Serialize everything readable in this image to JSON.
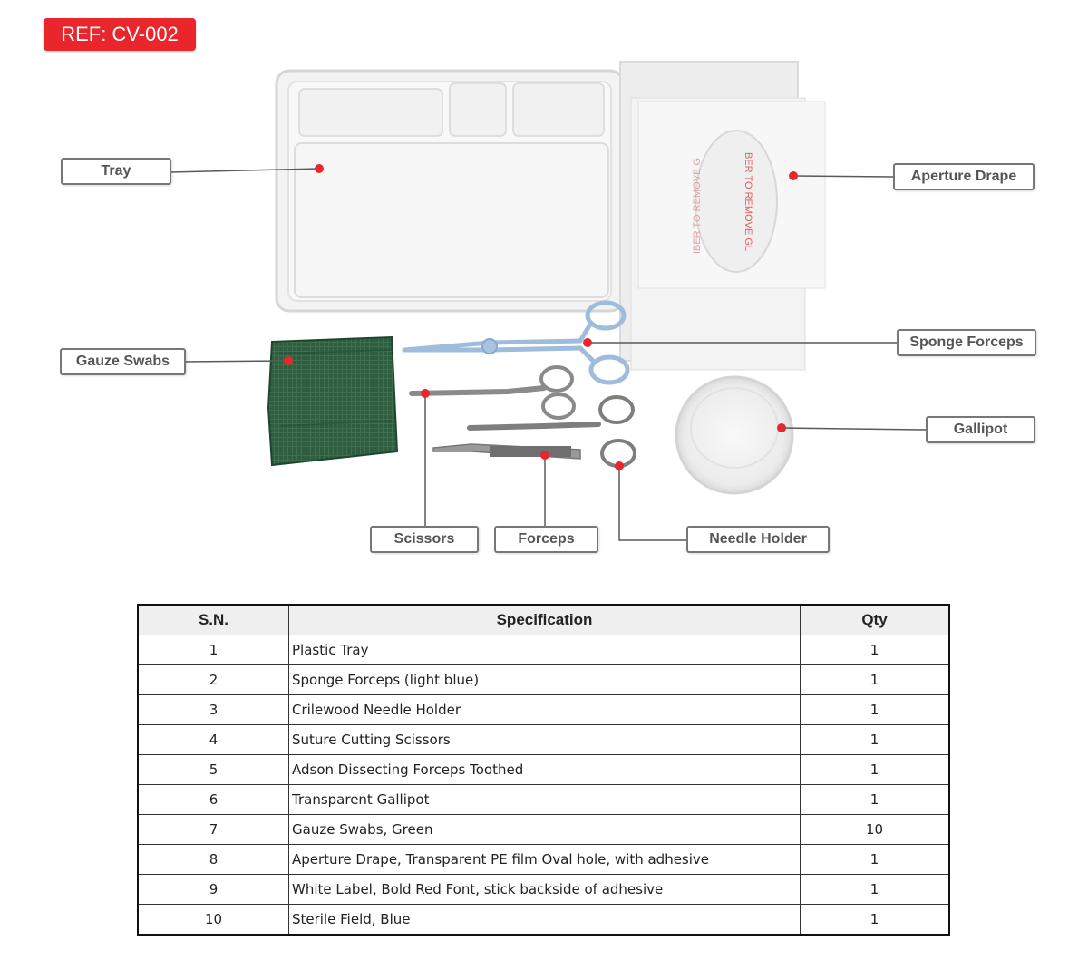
{
  "ref": "REF: CV-002",
  "callouts": {
    "tray": "Tray",
    "aperture_drape": "Aperture Drape",
    "gauze_swabs": "Gauze Swabs",
    "sponge_forceps": "Sponge Forceps",
    "gallipot": "Gallipot",
    "scissors": "Scissors",
    "forceps": "Forceps",
    "needle_holder": "Needle Holder"
  },
  "drape_print": [
    "BER TO REMOVE GL",
    "IBER TO REMOVE G"
  ],
  "table": {
    "headers": [
      "S.N.",
      "Specification",
      "Qty"
    ],
    "rows": [
      {
        "sn": "1",
        "spec": "Plastic Tray",
        "qty": "1"
      },
      {
        "sn": "2",
        "spec": "Sponge Forceps (light blue)",
        "qty": "1"
      },
      {
        "sn": "3",
        "spec": "Crilewood Needle Holder",
        "qty": "1"
      },
      {
        "sn": "4",
        "spec": "Suture Cutting Scissors",
        "qty": "1"
      },
      {
        "sn": "5",
        "spec": "Adson Dissecting Forceps Toothed",
        "qty": "1"
      },
      {
        "sn": "6",
        "spec": "Transparent Gallipot",
        "qty": "1"
      },
      {
        "sn": "7",
        "spec": "Gauze Swabs, Green",
        "qty": "10"
      },
      {
        "sn": "8",
        "spec": "Aperture Drape, Transparent PE film Oval hole, with adhesive",
        "qty": "1"
      },
      {
        "sn": "9",
        "spec": "White Label, Bold Red Font, stick backside of adhesive",
        "qty": "1"
      },
      {
        "sn": "10",
        "spec": "Sterile Field, Blue",
        "qty": "1"
      }
    ]
  },
  "colors": {
    "accent": "#e8262c",
    "gauze": "#2f5d3f",
    "forceps_blue": "#a9c4e0"
  }
}
